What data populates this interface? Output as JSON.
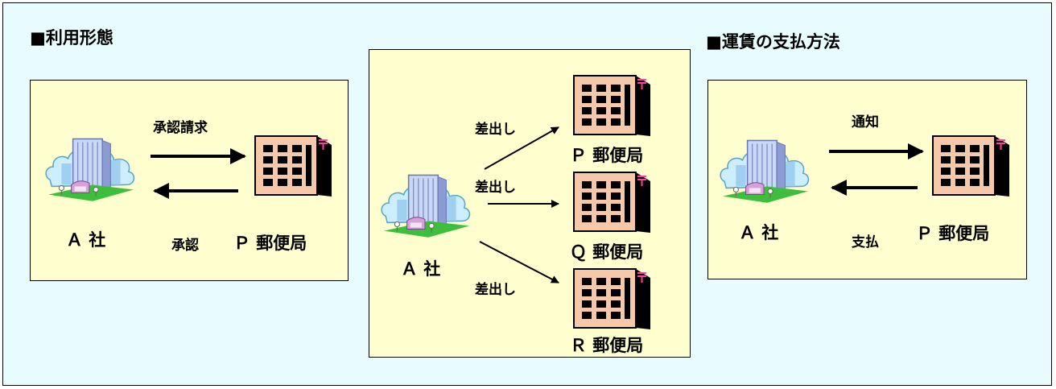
{
  "headings": {
    "usage_form": "■利用形態",
    "fare_payment": "■運賃の支払方法"
  },
  "usage_panel": {
    "company": "Ａ 社",
    "post_office": "Ｐ 郵便局",
    "arrow_top_label": "承認請求",
    "arrow_bottom_label": "承認"
  },
  "center_panel": {
    "company": "Ａ 社",
    "send_label_1": "差出し",
    "send_label_2": "差出し",
    "send_label_3": "差出し",
    "post_office_p": "Ｐ 郵便局",
    "post_office_q": "Ｑ 郵便局",
    "post_office_r": "Ｒ 郵便局"
  },
  "payment_panel": {
    "company": "Ａ 社",
    "post_office": "Ｐ 郵便局",
    "arrow_top_label": "通知",
    "arrow_bottom_label": "支払"
  },
  "colors": {
    "background": "#e9fcfd",
    "panel": "#fefecf",
    "building_face": "#f4c8a8",
    "post_mark": "#ff3fa0"
  }
}
